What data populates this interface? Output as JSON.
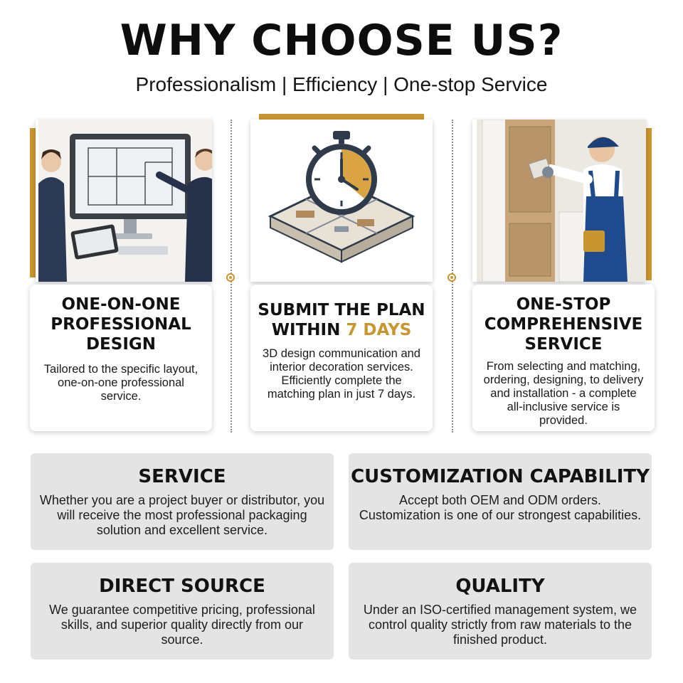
{
  "header": {
    "title": "WHY CHOOSE US?",
    "subtitle": "Professionalism | Efficiency | One-stop Service"
  },
  "colors": {
    "accent": "#c9962e",
    "box_background": "#e4e4e4"
  },
  "features": [
    {
      "illustration": "designers-reviewing-floor-plan",
      "heading": "ONE-ON-ONE PROFESSIONAL DESIGN",
      "body": "Tailored to the specific layout, one-on-one professional service."
    },
    {
      "illustration": "stopwatch-over-3d-floor-plan-icon",
      "heading_prefix": "SUBMIT THE PLAN WITHIN ",
      "heading_highlight": "7 DAYS",
      "body": "3D design communication and interior decoration services. Efficiently complete the matching plan in just 7 days."
    },
    {
      "illustration": "worker-installing-wall-panel",
      "heading": "ONE-STOP COMPREHENSIVE SERVICE",
      "body": "From selecting and matching, ordering, designing, to delivery and installation - a complete all-inclusive service is provided."
    }
  ],
  "boxes": [
    {
      "heading": "SERVICE",
      "body": "Whether you are a project buyer or distributor, you will receive the most professional packaging solution and excellent service."
    },
    {
      "heading": "CUSTOMIZATION CAPABILITY",
      "body": "Accept both OEM and ODM orders. Customization is one of our strongest capabilities."
    },
    {
      "heading": "DIRECT SOURCE",
      "body": "We guarantee competitive pricing, professional skills, and superior quality directly from our source."
    },
    {
      "heading": "QUALITY",
      "body": "Under an ISO-certified management system, we control quality strictly from raw materials to the finished product."
    }
  ]
}
